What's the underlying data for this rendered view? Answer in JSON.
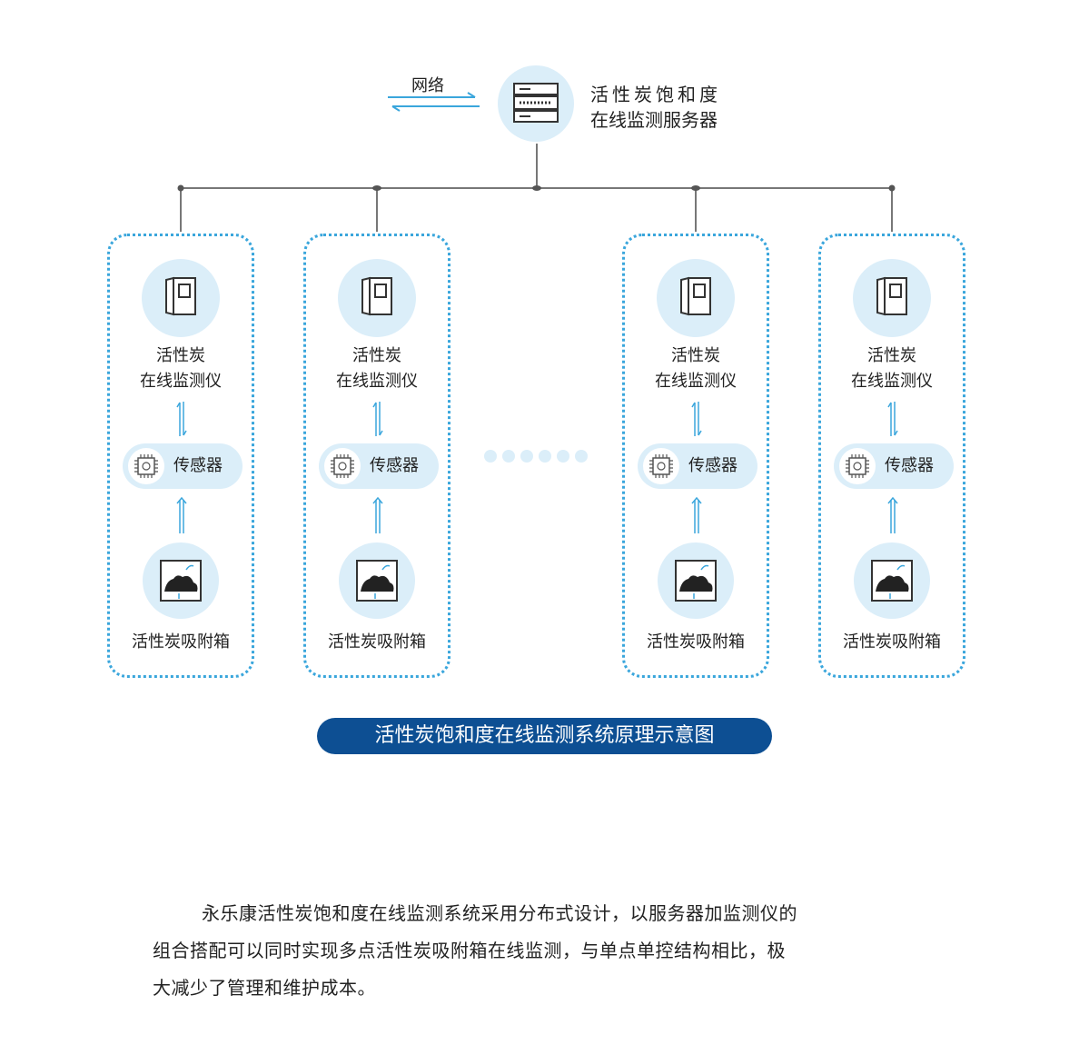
{
  "network_label": "网络",
  "server": {
    "line1": "活性炭饱和度",
    "line2": "在线监测服务器",
    "icon": "server-icon"
  },
  "nodes": [
    {
      "monitor_line1": "活性炭",
      "monitor_line2": "在线监测仪",
      "sensor_label": "传感器",
      "box_label": "活性炭吸附箱"
    },
    {
      "monitor_line1": "活性炭",
      "monitor_line2": "在线监测仪",
      "sensor_label": "传感器",
      "box_label": "活性炭吸附箱"
    },
    {
      "monitor_line1": "活性炭",
      "monitor_line2": "在线监测仪",
      "sensor_label": "传感器",
      "box_label": "活性炭吸附箱"
    },
    {
      "monitor_line1": "活性炭",
      "monitor_line2": "在线监测仪",
      "sensor_label": "传感器",
      "box_label": "活性炭吸附箱"
    }
  ],
  "caption": "活性炭饱和度在线监测系统原理示意图",
  "description": {
    "line1": "永乐康活性炭饱和度在线监测系统采用分布式设计，以服务器加监测仪的",
    "line2": "组合搭配可以同时实现多点活性炭吸附箱在线监测，与单点单控结构相比，极",
    "line3": "大减少了管理和维护成本。"
  },
  "colors": {
    "accent": "#3aa6dc",
    "circle_bg": "#dbeef9",
    "caption_bg": "#0d4f93",
    "line": "#777777"
  }
}
